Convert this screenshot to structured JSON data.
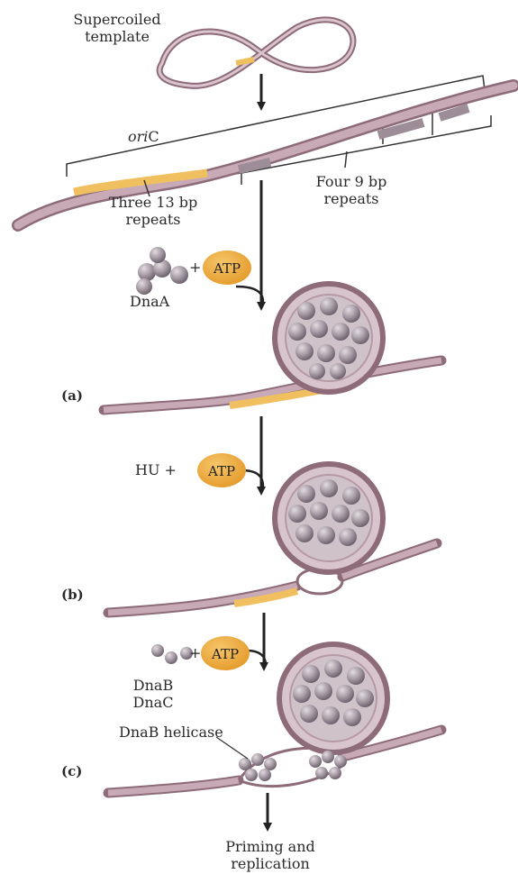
{
  "labels": {
    "supercoiled_line1": "Supercoiled",
    "supercoiled_line2": "template",
    "oric_italic": "ori",
    "oric_suffix": "C",
    "three13_line1": "Three 13 bp",
    "three13_line2": "repeats",
    "four9_line1": "Four 9 bp",
    "four9_line2": "repeats",
    "dnaa": "DnaA",
    "atp": "ATP",
    "plus": "+",
    "hu": "HU +",
    "dnab": "DnaB",
    "dnac": "DnaC",
    "dnab_helicase": "DnaB helicase",
    "priming_line1": "Priming and",
    "priming_line2": "replication"
  },
  "steps": {
    "a": "(a)",
    "b": "(b)",
    "c": "(c)"
  },
  "colors": {
    "dna_strand": "#b79aa6",
    "dna_outline": "#8d6b79",
    "repeat_13bp": "#f0c060",
    "atp_fill": "#eeaa3c",
    "protein_ball": "#9a8e98",
    "protein_ball_highlight": "#d4ccd2",
    "arrow": "#222222"
  }
}
